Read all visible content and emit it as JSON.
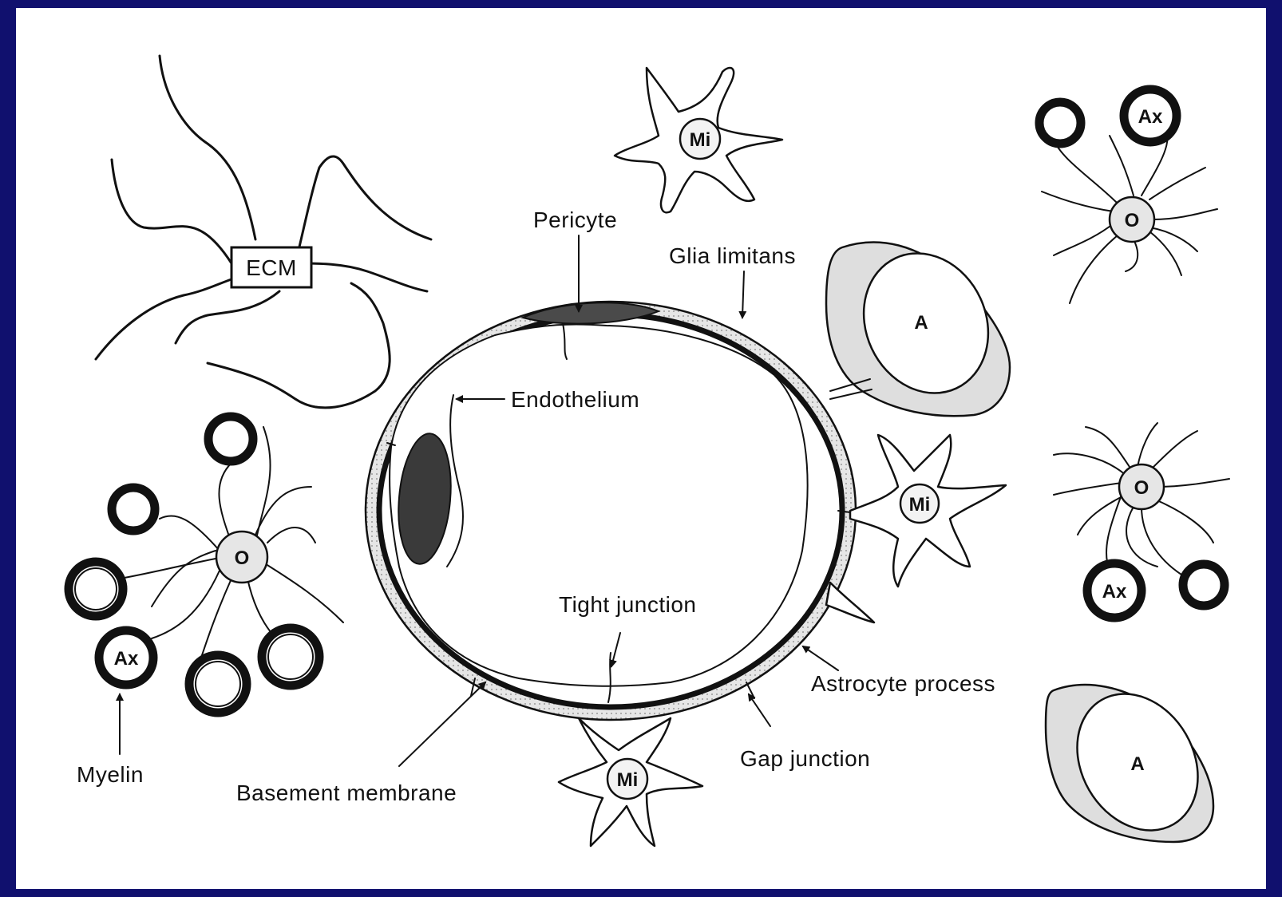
{
  "diagram": {
    "labels": {
      "ecm": "ECM",
      "pericyte": "Pericyte",
      "glia_limitans": "Glia limitans",
      "endothelium": "Endothelium",
      "tight_junction": "Tight junction",
      "astrocyte_process": "Astrocyte process",
      "gap_junction": "Gap junction",
      "basement_membrane": "Basement membrane",
      "myelin": "Myelin"
    },
    "cells": {
      "microglia": "Mi",
      "oligodendrocyte": "O",
      "axon": "Ax",
      "astrocyte": "A"
    }
  }
}
